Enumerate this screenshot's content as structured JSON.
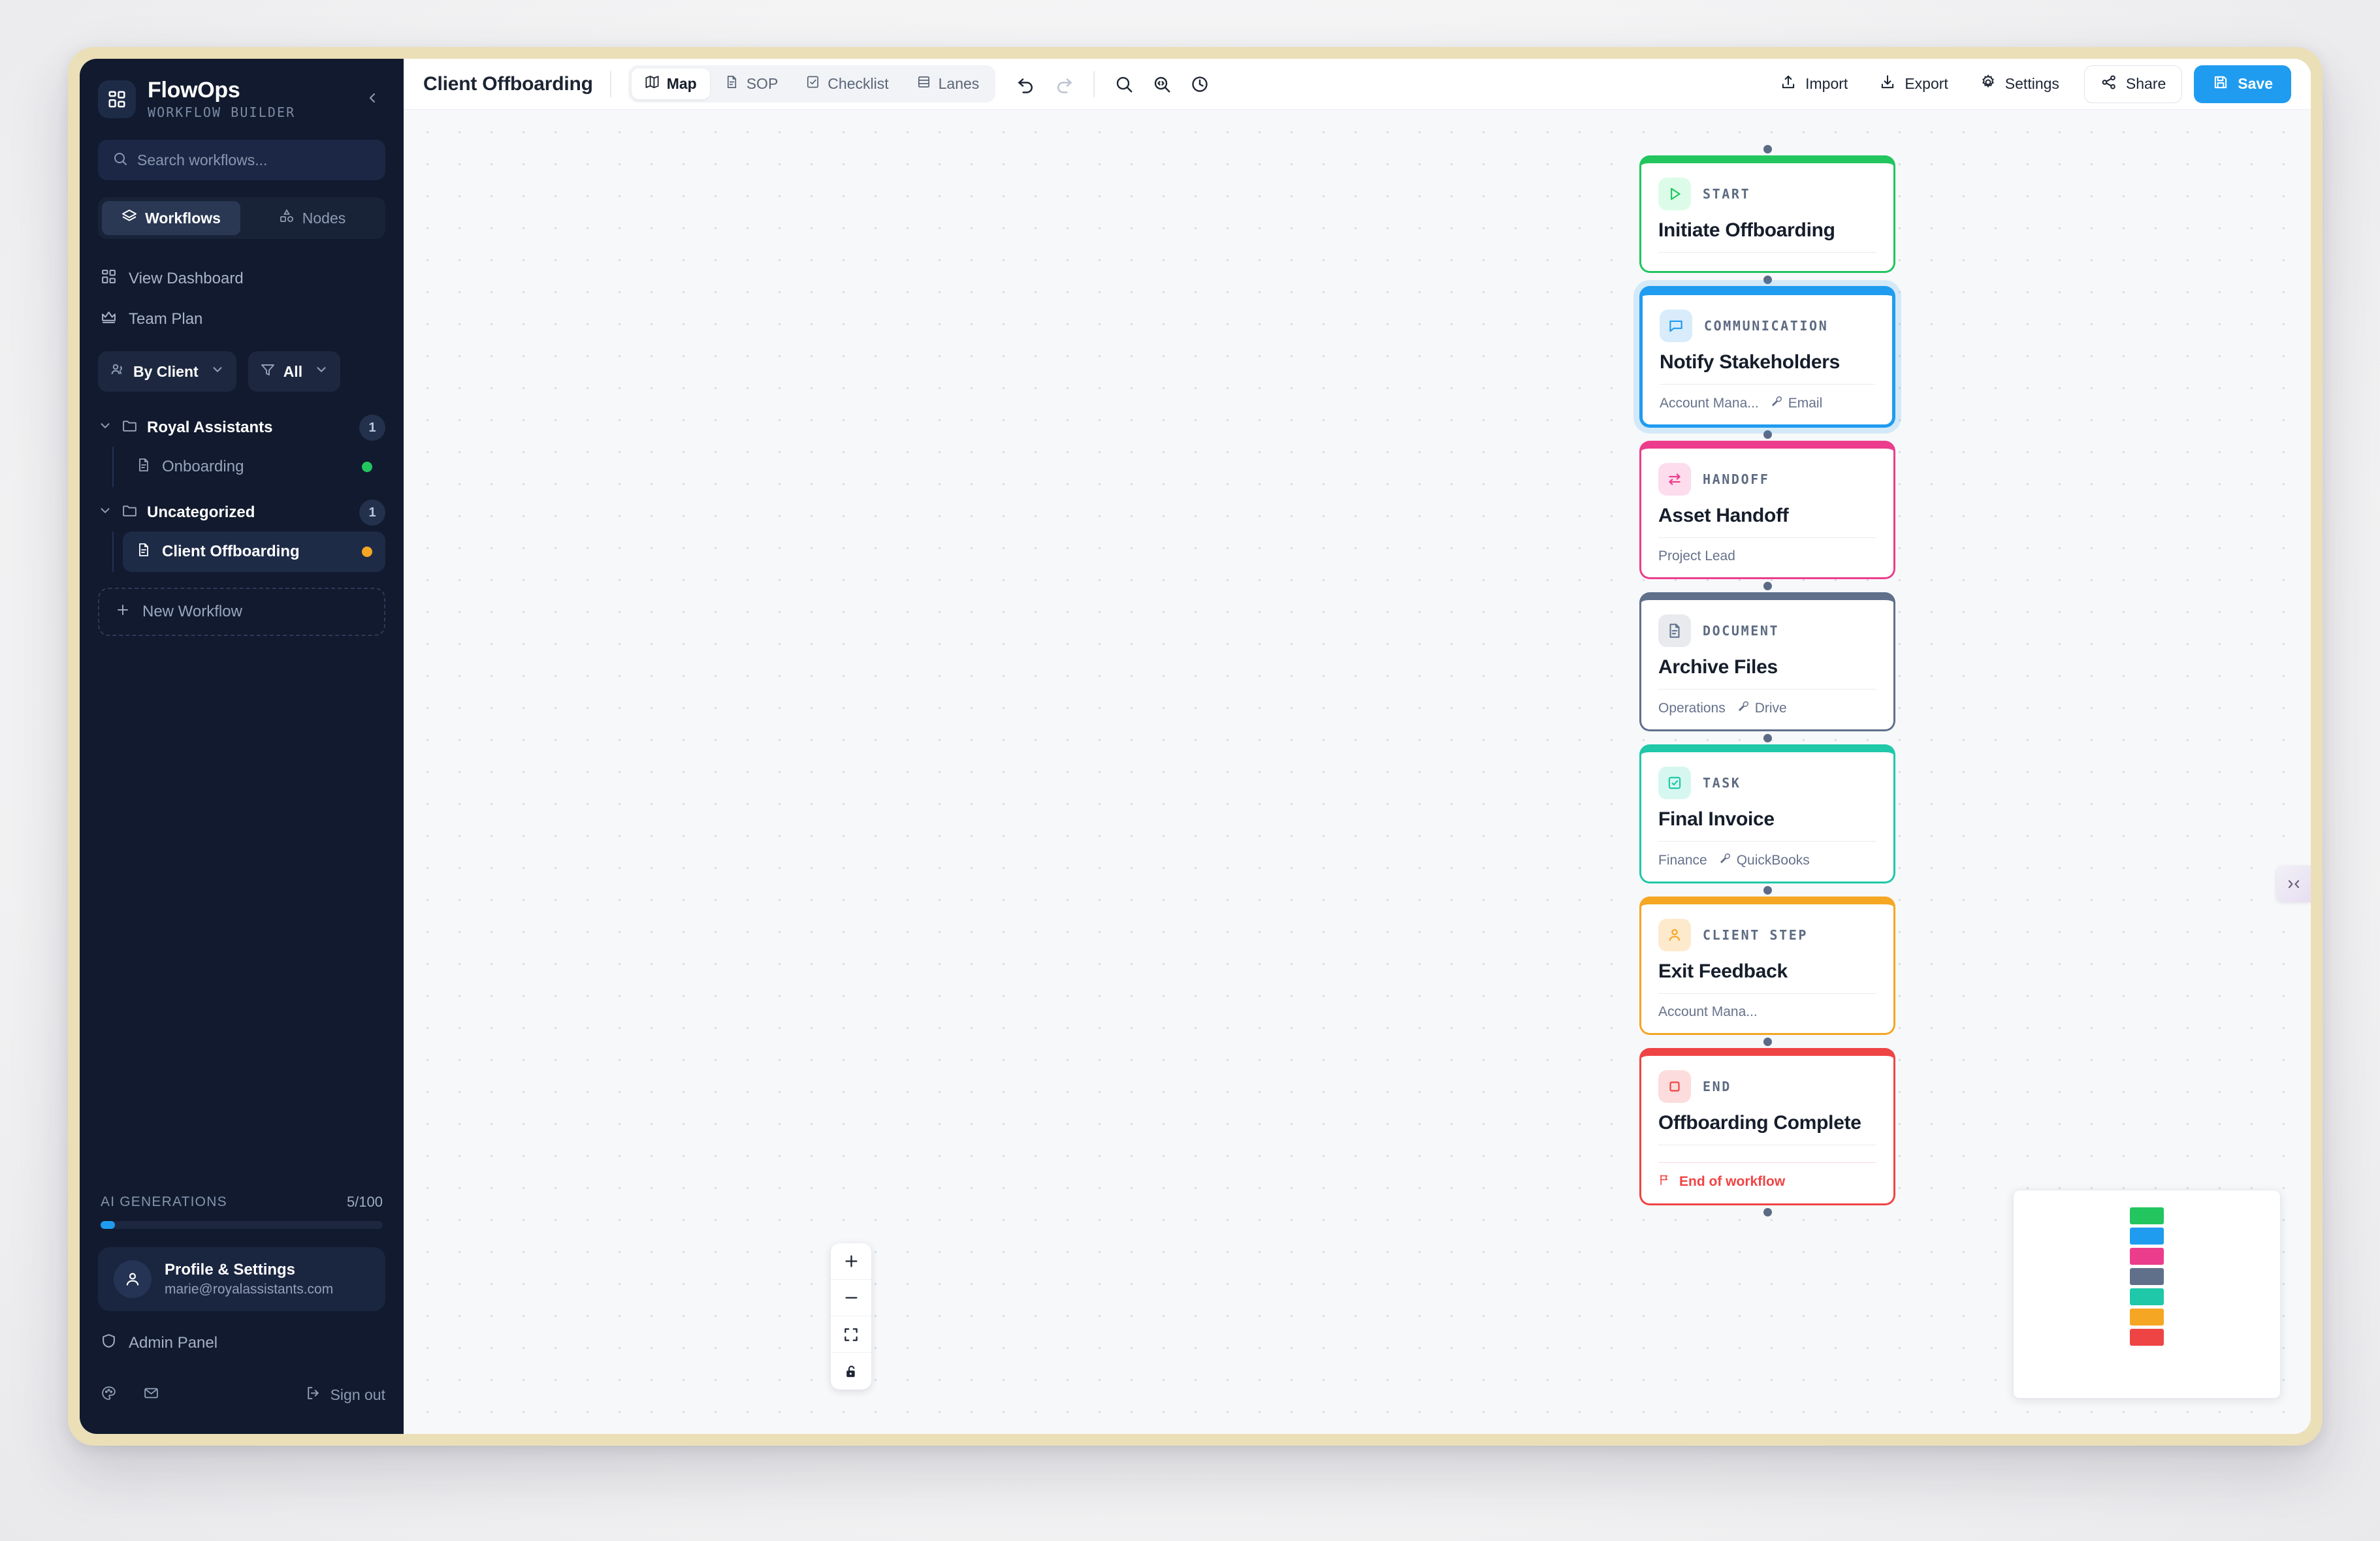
{
  "sidebar": {
    "brand": {
      "name": "FlowOps",
      "subtitle": "WORKFLOW BUILDER"
    },
    "search": {
      "placeholder": "Search workflows...",
      "value": ""
    },
    "segments": [
      {
        "label": "Workflows",
        "icon": "layers-icon",
        "active": true
      },
      {
        "label": "Nodes",
        "icon": "shapes-icon",
        "active": false
      }
    ],
    "nav": [
      {
        "label": "View Dashboard",
        "icon": "dashboard-icon"
      },
      {
        "label": "Team Plan",
        "icon": "crown-icon"
      }
    ],
    "filters": [
      {
        "label": "By Client",
        "icon": "people-icon"
      },
      {
        "label": "All",
        "icon": "funnel-icon"
      }
    ],
    "tree": [
      {
        "folder": "Royal Assistants",
        "count": "1",
        "items": [
          {
            "label": "Onboarding",
            "status_color": "#22c55e",
            "active": false
          }
        ]
      },
      {
        "folder": "Uncategorized",
        "count": "1",
        "items": [
          {
            "label": "Client Offboarding",
            "status_color": "#f5a623",
            "active": true
          }
        ]
      }
    ],
    "new_workflow_label": "New Workflow",
    "ai": {
      "label": "AI GENERATIONS",
      "count": "5/100",
      "percent": 5,
      "bar_color": "#1f9cf0"
    },
    "profile": {
      "name": "Profile & Settings",
      "email": "marie@royalassistants.com"
    },
    "admin_label": "Admin Panel",
    "footer": {
      "signout_label": "Sign out",
      "theme_icon": "palette-icon",
      "mail_icon": "envelope-icon"
    }
  },
  "topbar": {
    "doc_title": "Client Offboarding",
    "view_tabs": [
      {
        "label": "Map",
        "icon": "map-icon",
        "active": true
      },
      {
        "label": "SOP",
        "icon": "document-icon",
        "active": false
      },
      {
        "label": "Checklist",
        "icon": "checklist-icon",
        "active": false
      },
      {
        "label": "Lanes",
        "icon": "lanes-icon",
        "active": false
      }
    ],
    "history_actions": [
      {
        "name": "undo-icon",
        "disabled": false
      },
      {
        "name": "redo-icon",
        "disabled": true
      }
    ],
    "tools": [
      {
        "name": "search-icon"
      },
      {
        "name": "zoom-code-icon"
      },
      {
        "name": "history-clock-icon"
      }
    ],
    "actions": [
      {
        "label": "Import",
        "icon": "upload-icon"
      },
      {
        "label": "Export",
        "icon": "download-icon"
      },
      {
        "label": "Settings",
        "icon": "gear-icon"
      }
    ],
    "share_label": "Share",
    "save_label": "Save",
    "save_color": "#1f9cf0"
  },
  "canvas": {
    "nodes": [
      {
        "kind": "START",
        "title": "Initiate Offboarding",
        "owner": "",
        "tool": "",
        "footer": "",
        "color": "#22c55e",
        "tint": "#dcfce9",
        "icon": "play-icon",
        "selected": false,
        "has_rule": true
      },
      {
        "kind": "COMMUNICATION",
        "title": "Notify Stakeholders",
        "owner": "Account Mana...",
        "tool": "Email",
        "footer": "",
        "color": "#1f9cf0",
        "tint": "#d9ecfb",
        "icon": "chat-icon",
        "selected": true,
        "has_rule": true
      },
      {
        "kind": "HANDOFF",
        "title": "Asset Handoff",
        "owner": "Project Lead",
        "tool": "",
        "footer": "",
        "color": "#ec3d8c",
        "tint": "#fcdced",
        "icon": "swap-icon",
        "selected": false,
        "has_rule": true
      },
      {
        "kind": "DOCUMENT",
        "title": "Archive Files",
        "owner": "Operations",
        "tool": "Drive",
        "footer": "",
        "color": "#60708a",
        "tint": "#e8eaee",
        "icon": "document-icon",
        "selected": false,
        "has_rule": true
      },
      {
        "kind": "TASK",
        "title": "Final Invoice",
        "owner": "Finance",
        "tool": "QuickBooks",
        "footer": "",
        "color": "#1fc8a9",
        "tint": "#d6f7ef",
        "icon": "check-square-icon",
        "selected": false,
        "has_rule": true
      },
      {
        "kind": "CLIENT STEP",
        "title": "Exit Feedback",
        "owner": "Account Mana...",
        "tool": "",
        "footer": "",
        "color": "#f5a623",
        "tint": "#fdeacd",
        "icon": "person-icon",
        "selected": false,
        "has_rule": true
      },
      {
        "kind": "END",
        "title": "Offboarding Complete",
        "owner": "",
        "tool": "",
        "footer": "End of workflow",
        "color": "#ef4444",
        "tint": "#fcdcdc",
        "icon": "stop-square-icon",
        "selected": false,
        "has_rule": true
      }
    ],
    "zoom_controls": [
      {
        "name": "zoom-in-icon"
      },
      {
        "name": "zoom-out-icon"
      },
      {
        "name": "fit-view-icon"
      },
      {
        "name": "lock-icon"
      }
    ],
    "minimap": {
      "node_colors": [
        "#22c55e",
        "#1f9cf0",
        "#ec3d8c",
        "#60708a",
        "#1fc8a9",
        "#f5a623",
        "#ef4444"
      ]
    },
    "panel_tab_icon": "collapse-panel-icon"
  }
}
